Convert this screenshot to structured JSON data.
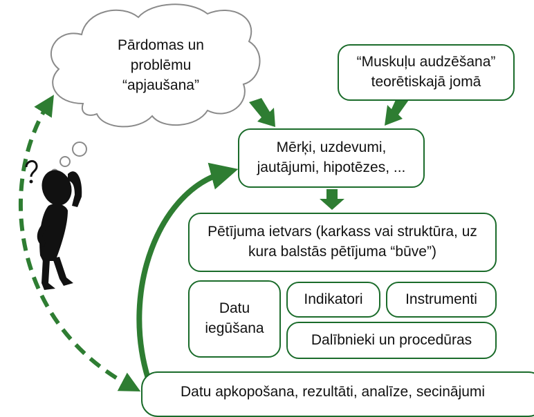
{
  "cloud": {
    "lines": [
      "Pārdomas un",
      "problēmu",
      "“apjaušana”"
    ]
  },
  "theory_box": {
    "lines": [
      "“Muskuļu audzēšana”",
      "teorētiskajā jomā"
    ]
  },
  "aims_box": {
    "lines": [
      "Mērķi, uzdevumi,",
      "jautājumi, hipotēzes, ..."
    ]
  },
  "framework_box": {
    "lines": [
      "Pētījuma ietvars (karkass vai struktūra, uz",
      "kura balstās pētījuma “būve”)"
    ]
  },
  "data_collection_box": {
    "lines": [
      "Datu",
      "iegūšana"
    ]
  },
  "indicators_box": {
    "label": "Indikatori"
  },
  "instruments_box": {
    "label": "Instrumenti"
  },
  "participants_box": {
    "label": "Dalībnieki un procedūras"
  },
  "results_box": {
    "label": "Datu apkopošana, rezultāti, analīze, secinājumi"
  },
  "colors": {
    "accent": "#1a6b2a",
    "arrow": "#2e7d32",
    "figure": "#111111"
  },
  "icons": {
    "thinker": "thinking-person-icon",
    "question": "question-mark-icon"
  }
}
